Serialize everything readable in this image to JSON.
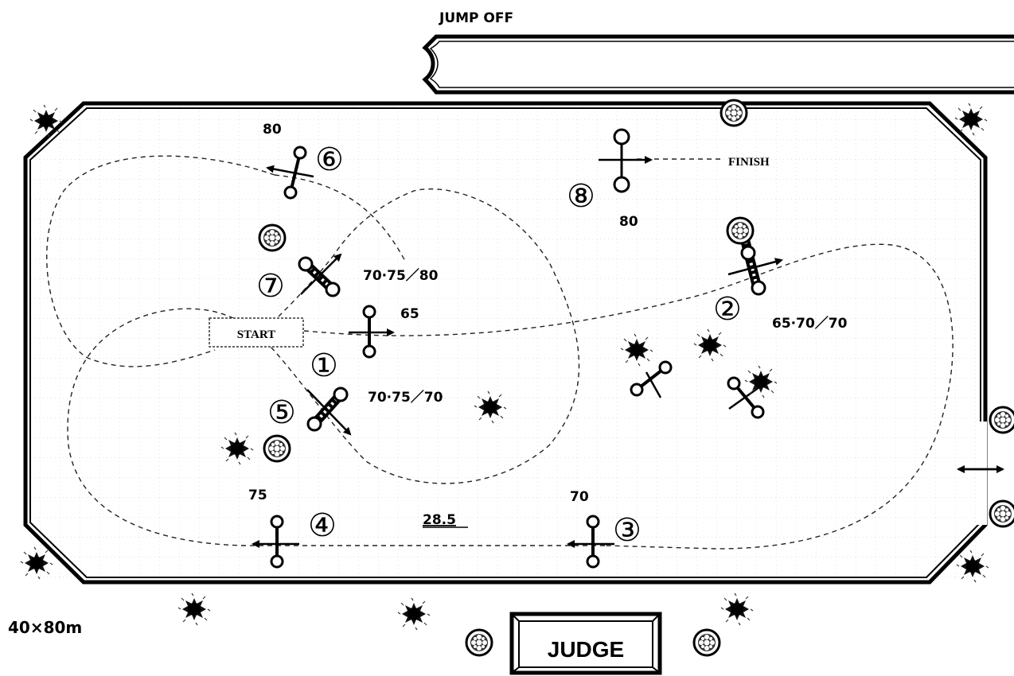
{
  "header": {
    "title": "JUMP OFF"
  },
  "arena": {
    "size": "40×80m",
    "distance": "28.5"
  },
  "markers": {
    "start": "START",
    "finish": "FINISH",
    "judge": "JUDGE"
  },
  "obstacles": [
    {
      "number": "①",
      "height": "65"
    },
    {
      "number": "②",
      "height": "65·70／70"
    },
    {
      "number": "③",
      "height": "70"
    },
    {
      "number": "④",
      "height": "75"
    },
    {
      "number": "⑤",
      "height": "70·75／70"
    },
    {
      "number": "⑥",
      "height": "80"
    },
    {
      "number": "⑦",
      "height": "70·75／80"
    },
    {
      "number": "⑧",
      "height": "80"
    }
  ],
  "icons": [
    "shrub-icon",
    "flower-pot-icon",
    "double-arrow-icon"
  ]
}
